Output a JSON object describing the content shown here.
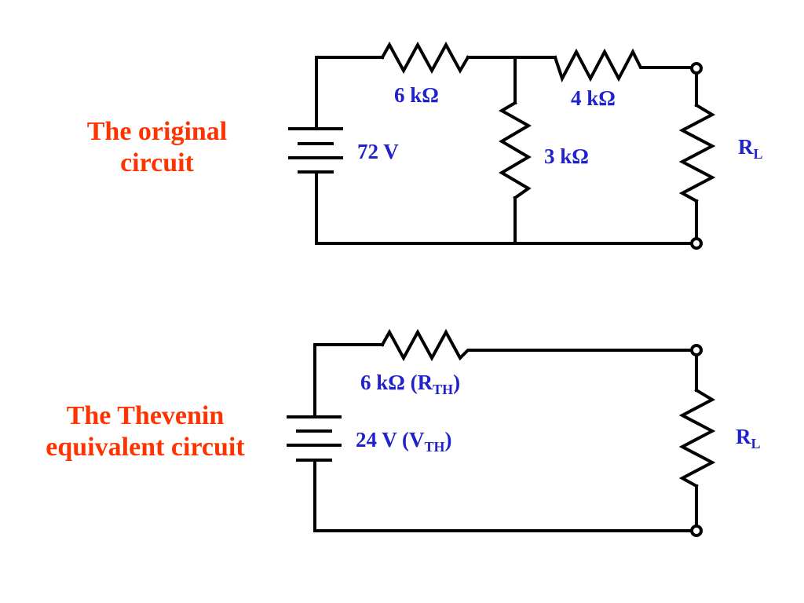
{
  "colors": {
    "title": "#ff3300",
    "label": "#2222cc",
    "wire": "#000000"
  },
  "original": {
    "title_line1": "The original",
    "title_line2": "circuit",
    "r1": "6 kΩ",
    "r2": "4 kΩ",
    "r3": "3 kΩ",
    "source": "72 V",
    "load_main": "R",
    "load_sub": "L"
  },
  "thevenin": {
    "title_line1": "The Thevenin",
    "title_line2": "equivalent circuit",
    "r_main": "6 kΩ (R",
    "r_sub": "TH",
    "r_close": ")",
    "v_main": "24 V (V",
    "v_sub": "TH",
    "v_close": ")",
    "load_main": "R",
    "load_sub": "L"
  }
}
